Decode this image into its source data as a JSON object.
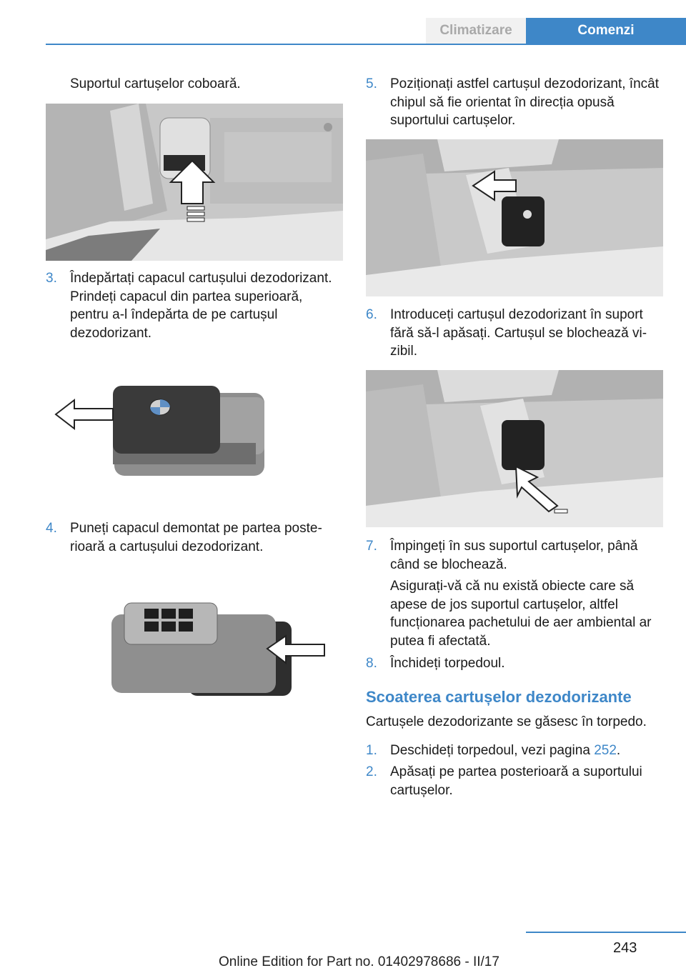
{
  "header": {
    "section": "Climatizare",
    "chapter": "Comenzi"
  },
  "intro": "Suportul cartușelor coboară.",
  "steps": [
    {
      "num": "3.",
      "text": "Îndepărtați capacul cartușului dezodori­zant. Prindeți capacul din partea supe­rioară, pentru a-l îndepărta de pe cartușul dezodorizant."
    },
    {
      "num": "4.",
      "text": "Puneți capacul demontat pe partea poste­rioară a cartușului dezodorizant."
    },
    {
      "num": "5.",
      "text": "Poziționați astfel cartușul dezodorizant, în­cât chipul să fie orientat în direcția opusă suportului cartușelor."
    },
    {
      "num": "6.",
      "text": "Introduceți cartușul dezodorizant în suport fără să-l apăsați. Cartușul se blochează vi­zibil."
    },
    {
      "num": "7.",
      "text": "Împingeți în sus suportul cartușelor, până când se blochează.",
      "note": "Asigurați-vă că nu există obiecte care să apese de jos suportul cartușelor, altfel funcționarea pachetului de aer ambiental ar putea fi afectată."
    },
    {
      "num": "8.",
      "text": "Închideți torpedoul."
    }
  ],
  "section": {
    "title": "Scoaterea cartușelor dezodorizante",
    "intro": "Cartușele dezodorizante se găsesc în torpedo.",
    "steps": [
      {
        "num": "1.",
        "text_before": "Deschideți torpedoul, vezi pagina ",
        "link": "252",
        "text_after": "."
      },
      {
        "num": "2.",
        "text": "Apăsați pe partea posterioară a suportului cartușelor."
      }
    ]
  },
  "footer": {
    "page": "243",
    "edition": "Online Edition for Part no. 01402978686 - II/17"
  }
}
